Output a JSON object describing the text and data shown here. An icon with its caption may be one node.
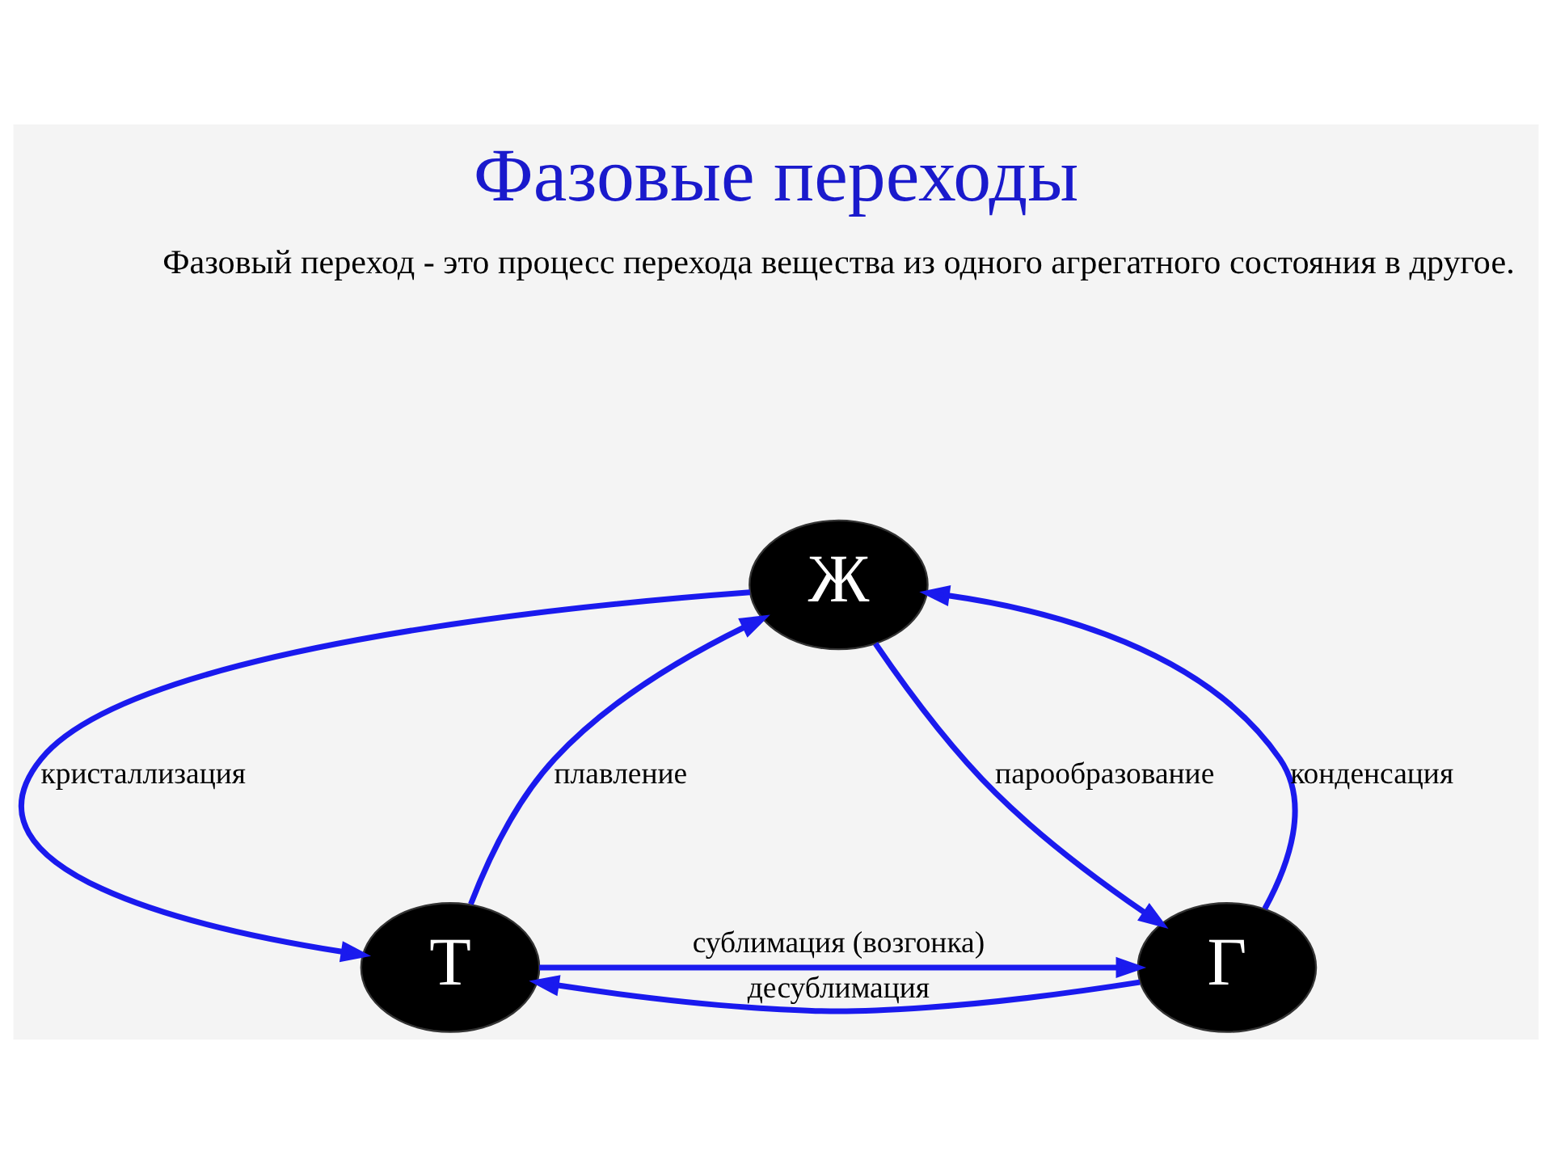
{
  "diagram": {
    "title": "Фазовые переходы",
    "nodes": [
      {
        "text": [
          "Ж"
        ]
      },
      {
        "text": [
          "Т"
        ]
      },
      {
        "text": [
          "Г"
        ]
      }
    ],
    "edges": [
      {
        "from": 0,
        "to": 1,
        "arrow": "to",
        "label": "кристаллизация"
      },
      {
        "from": 1,
        "to": 0,
        "arrow": "to",
        "label": "плавление"
      },
      {
        "from": 0,
        "to": 2,
        "arrow": "to",
        "label": "парообразование"
      },
      {
        "from": 2,
        "to": 0,
        "arrow": "to",
        "label": "конденсация"
      },
      {
        "from": 1,
        "to": 2,
        "arrow": "to",
        "label": "сублимация (возгонка)"
      },
      {
        "from": 2,
        "to": 1,
        "arrow": "to",
        "label": "десублимация"
      }
    ],
    "labels": [
      "Фазовый переход - это процесс перехода вещества из одного агрегатного состояния в другое."
    ]
  }
}
